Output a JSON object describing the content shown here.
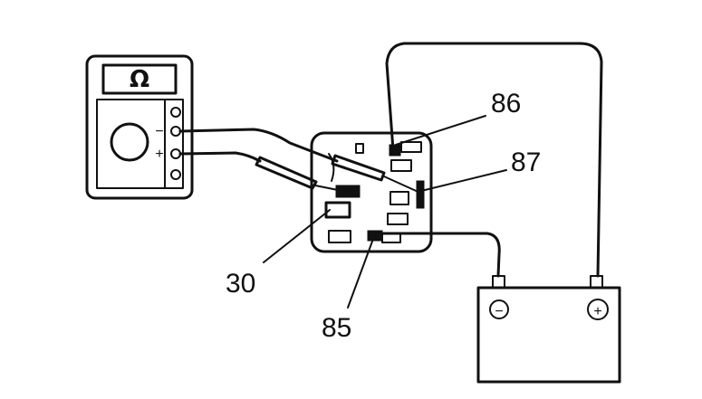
{
  "meter": {
    "display_symbol": "Ω",
    "terminal_minus": "−",
    "terminal_plus": "+"
  },
  "relay": {
    "terminals": [
      {
        "id": "86",
        "label": "86"
      },
      {
        "id": "87",
        "label": "87"
      },
      {
        "id": "30",
        "label": "30"
      },
      {
        "id": "85",
        "label": "85"
      }
    ]
  },
  "battery": {
    "negative_symbol": "−",
    "positive_symbol": "+"
  },
  "colors": {
    "ink": "#111111",
    "background": "#ffffff"
  }
}
